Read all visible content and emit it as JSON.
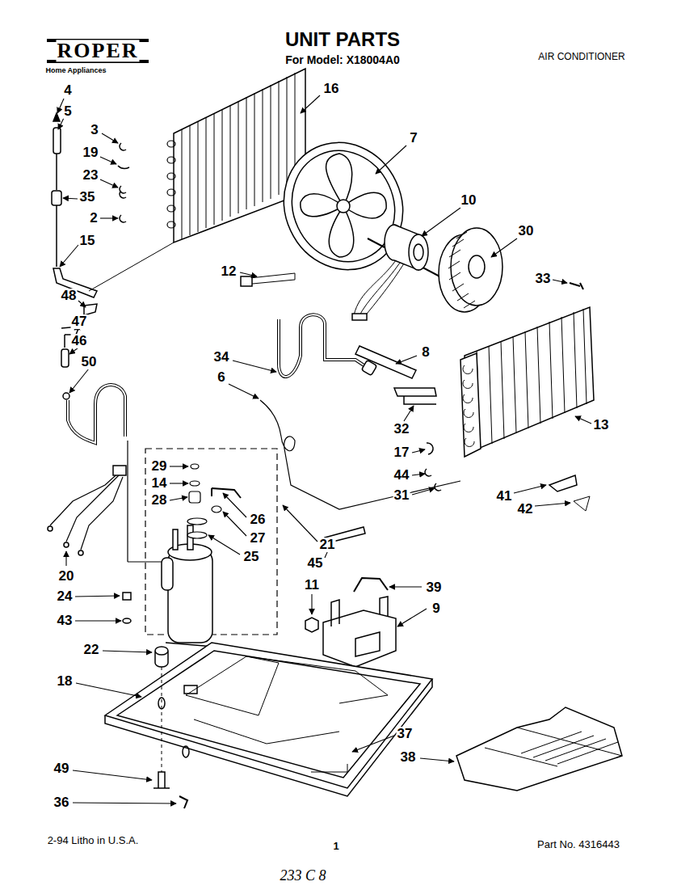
{
  "diagram": {
    "title": "UNIT PARTS",
    "labels": [
      "ROPER",
      "Home Appliances",
      "For Model: X18004A0",
      "AIR CONDITIONER",
      "4",
      "5",
      "3",
      "19",
      "23",
      "35",
      "2",
      "15",
      "16",
      "7",
      "10",
      "30",
      "12",
      "33",
      "48",
      "47",
      "46",
      "50",
      "34",
      "8",
      "6",
      "32",
      "13",
      "17",
      "44",
      "31",
      "41",
      "42",
      "29",
      "14",
      "28",
      "26",
      "27",
      "25",
      "21",
      "45",
      "20",
      "39",
      "24",
      "11",
      "9",
      "43",
      "22",
      "18",
      "37",
      "38",
      "49",
      "36",
      "2-94  Litho in U.S.A.",
      "1",
      "Part No. 4316443",
      "233 C 8"
    ]
  }
}
